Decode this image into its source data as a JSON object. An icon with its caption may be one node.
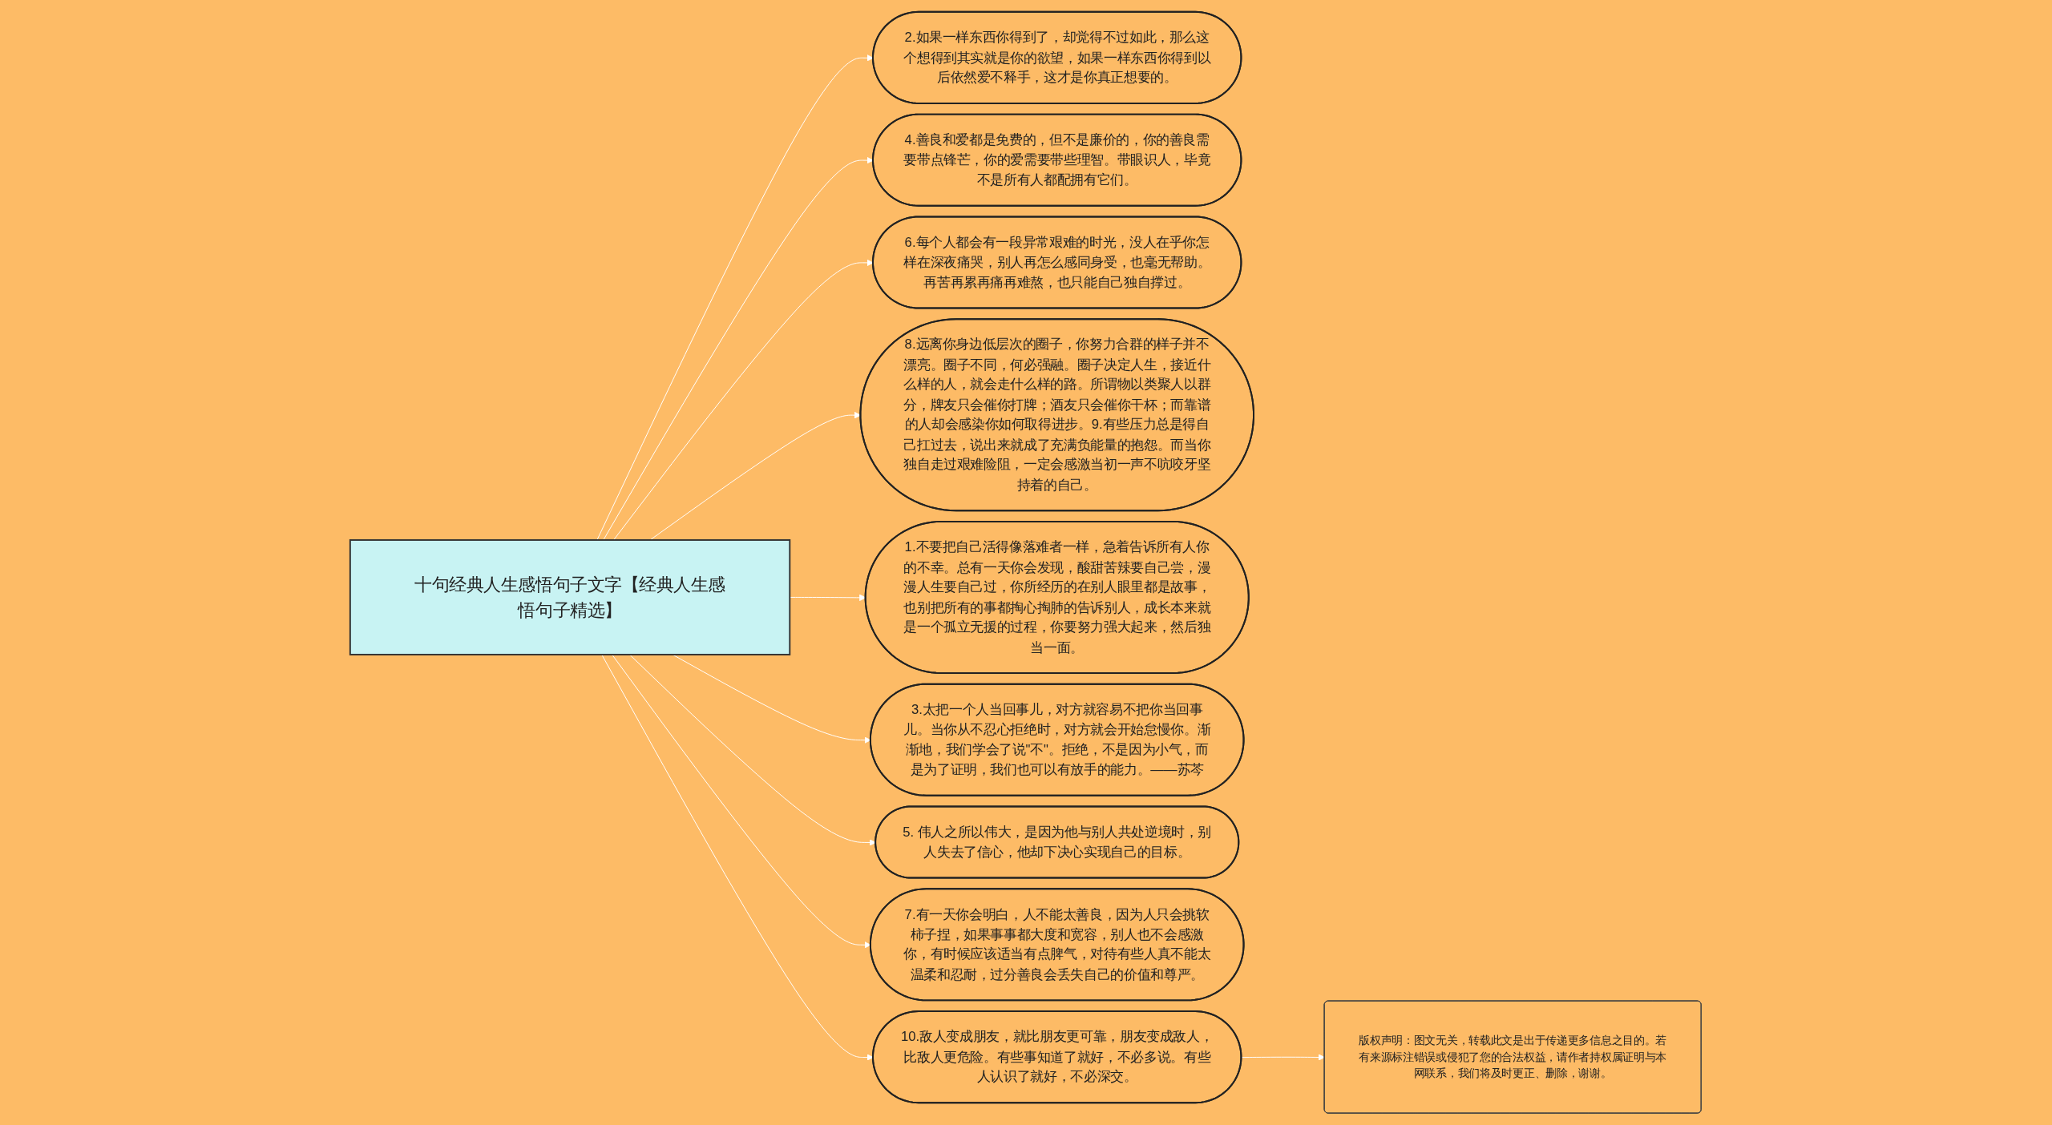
{
  "diagram": {
    "nodes": [
      {
        "text": [
          "十句经典人生感悟句子文字【经典人生感悟句子精选】"
        ]
      },
      {
        "text": [
          "2.如果一样东西你得到了，却觉得不过如此，那么这个想得到其实就是你的欲望，如果一样东西你得到以后依然爱不释手，这才是你真正想要的。"
        ]
      },
      {
        "text": [
          "4.善良和爱都是免费的，但不是廉价的，你的善良需要带点锋芒，你的爱需要带些理智。带眼识人，毕竟不是所有人都配拥有它们。"
        ]
      },
      {
        "text": [
          "6.每个人都会有一段异常艰难的时光，没人在乎你怎样在深夜痛哭，别人再怎么感同身受，也毫无帮助。再苦再累再痛再难熬，也只能自己独自撑过。"
        ]
      },
      {
        "text": [
          "8.远离你身边低层次的圈子，你努力合群的样子并不漂亮。圈子不同，何必强融。圈子决定人生，接近什么样的人，就会走什么样的路。所谓物以类聚人以群分，牌友只会催你打牌；酒友只会催你干杯；而靠谱的人却会感染你如何取得进步。9.有些压力总是得自己扛过去，说出来就成了充满负能量的抱怨。而当你独自走过艰难险阻，一定会感激当初一声不吭咬牙坚持着的自己。"
        ]
      },
      {
        "text": [
          "1.不要把自己活得像落难者一样，急着告诉所有人你的不幸。总有一天你会发现，酸甜苦辣要自己尝，漫漫人生要自己过，你所经历的在别人眼里都是故事，也别把所有的事都掏心掏肺的告诉别人，成长本来就是一个孤立无援的过程，你要努力强大起来，然后独当一面。"
        ]
      },
      {
        "text": [
          "3.太把一个人当回事儿，对方就容易不把你当回事儿。当你从不忍心拒绝时，对方就会开始怠慢你。渐渐地，我们学会了说\"不\"。拒绝，不是因为小气，而是为了证明，我们也可以有放手的能力。——苏芩"
        ]
      },
      {
        "text": [
          "5. 伟人之所以伟大，是因为他与别人共处逆境时，别人失去了信心，他却下决心实现自己的目标。"
        ]
      },
      {
        "text": [
          "7.有一天你会明白，人不能太善良，因为人只会挑软柿子捏，如果事事都大度和宽容，别人也不会感激你，有时候应该适当有点脾气，对待有些人真不能太温柔和忍耐，过分善良会丢失自己的价值和尊严。"
        ]
      },
      {
        "text": [
          "10.敌人变成朋友，就比朋友更可靠，朋友变成敌人，比敌人更危险。有些事知道了就好，不必多说。有些人认识了就好，不必深交。"
        ]
      },
      {
        "text": [
          "版权声明：图文无关，转载此文是出于传递更多信息之目的。若有来源标注错误或侵犯了您的合法权益，请作者持权属证明与本网联系，我们将及时更正、删除，谢谢。"
        ]
      }
    ],
    "edges": [
      {
        "from": 0,
        "to": 1,
        "arrow": "to"
      },
      {
        "from": 0,
        "to": 2,
        "arrow": "to"
      },
      {
        "from": 0,
        "to": 3,
        "arrow": "to"
      },
      {
        "from": 0,
        "to": 4,
        "arrow": "to"
      },
      {
        "from": 0,
        "to": 5,
        "arrow": "to"
      },
      {
        "from": 0,
        "to": 6,
        "arrow": "to"
      },
      {
        "from": 0,
        "to": 7,
        "arrow": "to"
      },
      {
        "from": 0,
        "to": 8,
        "arrow": "to"
      },
      {
        "from": 0,
        "to": 9,
        "arrow": "to"
      },
      {
        "from": 9,
        "to": 10,
        "arrow": "to"
      }
    ]
  }
}
